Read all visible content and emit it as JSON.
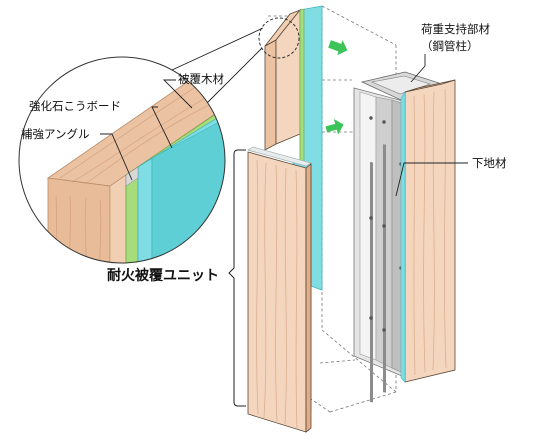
{
  "labels": {
    "load_column": "荷重支持部材",
    "load_column_sub": "（鋼管柱）",
    "cover_wood": "被覆木材",
    "gypsum_board": "強化石こうボード",
    "reinforcing_angle": "補強アングル",
    "substrate": "下地材",
    "fire_unit": "耐火被覆ユニット"
  },
  "colors": {
    "wood_light": "#f3d6bd",
    "wood_mid": "#ecc3a2",
    "wood_edge": "#e0ad88",
    "gypsum": "#7fdde3",
    "gypsum_dark": "#5fcfd6",
    "steel": "#dcdcdc",
    "angle": "#a6dc7a",
    "arrow": "#3cc45a"
  }
}
